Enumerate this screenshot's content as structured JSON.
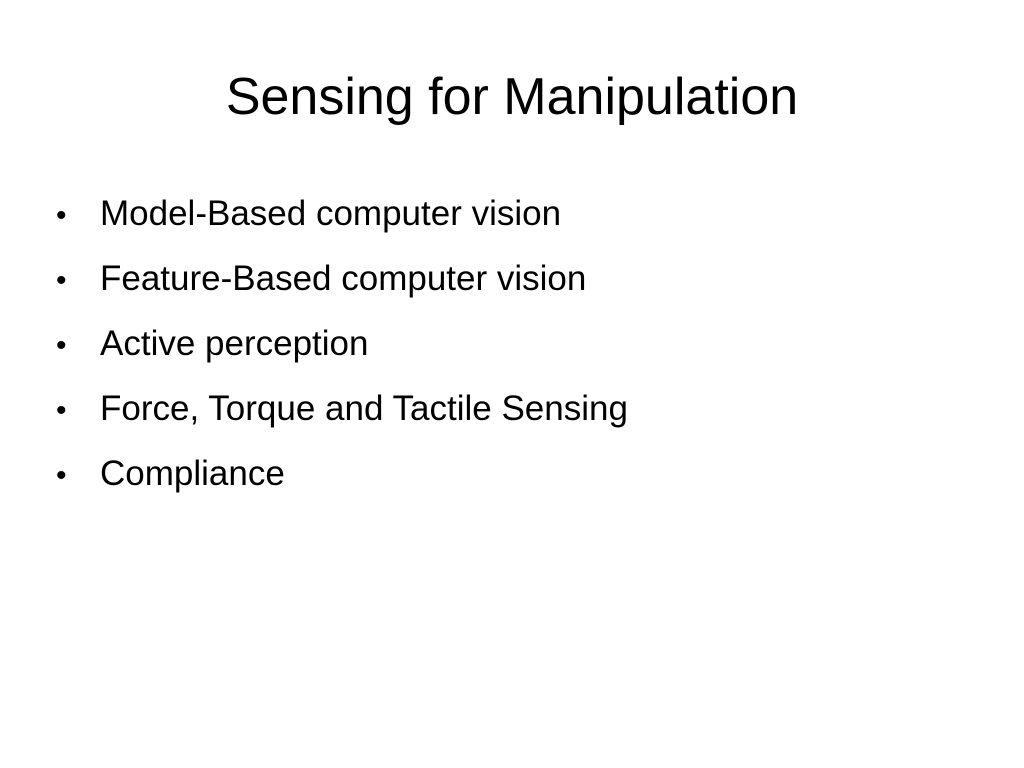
{
  "slide": {
    "title": "Sensing for Manipulation",
    "bullet_glyph": "•",
    "bullets": [
      "Model-Based computer vision",
      "Feature-Based computer vision",
      "Active perception",
      "Force, Torque and Tactile Sensing",
      "Compliance"
    ]
  },
  "colors": {
    "background": "#ffffff",
    "text": "#000000"
  }
}
